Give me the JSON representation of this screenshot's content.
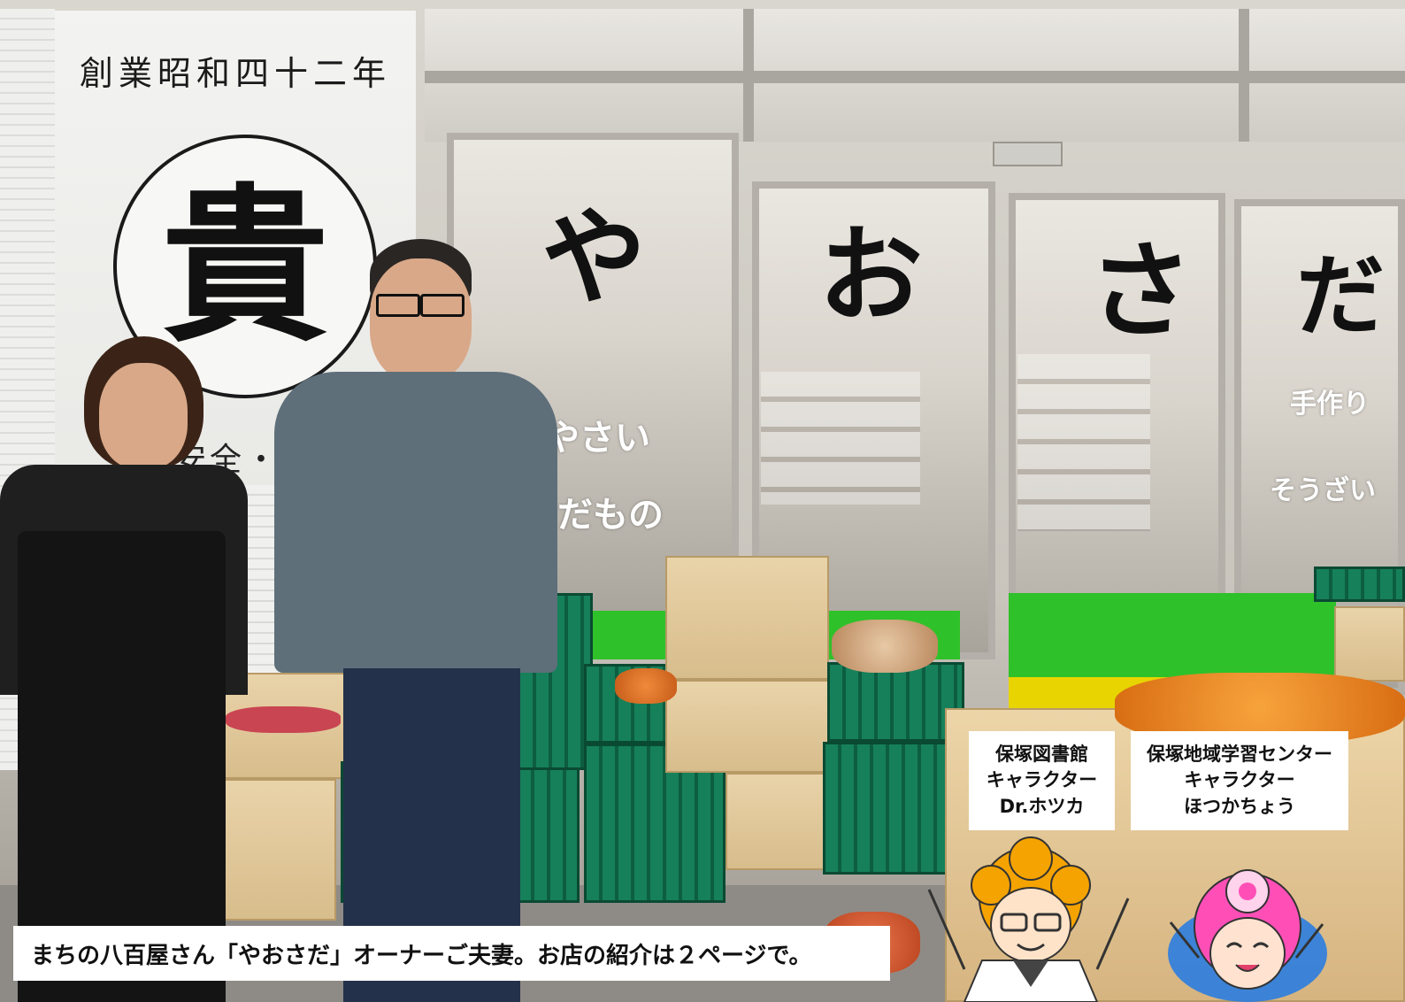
{
  "sign": {
    "established": "創業昭和四十二年",
    "emblem": "貴",
    "bottom_text": "安全・地"
  },
  "storefront": {
    "name_chars": [
      "や",
      "お",
      "さ",
      "だ"
    ],
    "window_labels": {
      "vegetables": "やさい",
      "fruit": "だもの",
      "handmade": "手作り",
      "deli": "そうざい"
    }
  },
  "characters": [
    {
      "lines": [
        "保塚図書館",
        "キャラクター",
        "Dr.ホツカ"
      ]
    },
    {
      "lines": [
        "保塚地域学習センター",
        "キャラクター",
        "ほつかちょう"
      ]
    }
  ],
  "caption": "まちの八百屋さん「やおさだ」オーナーご夫妻。お店の紹介は２ページで。",
  "colors": {
    "store_green": "#2fc12a",
    "store_yellow": "#e8d400",
    "crate_green": "#16805a",
    "character_hair_orange": "#f5a300",
    "character_hair_pink": "#ff4fb7"
  }
}
